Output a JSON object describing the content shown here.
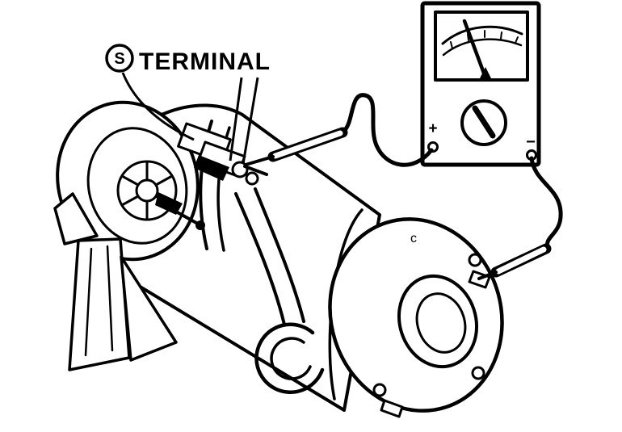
{
  "label": {
    "circled_letter": "S",
    "text": "TERMINAL"
  },
  "meter": {
    "plus_label": "+",
    "minus_label": "−"
  },
  "annotations": {
    "part_mark": "c"
  },
  "colors": {
    "ink": "#000000",
    "background": "#ffffff"
  }
}
